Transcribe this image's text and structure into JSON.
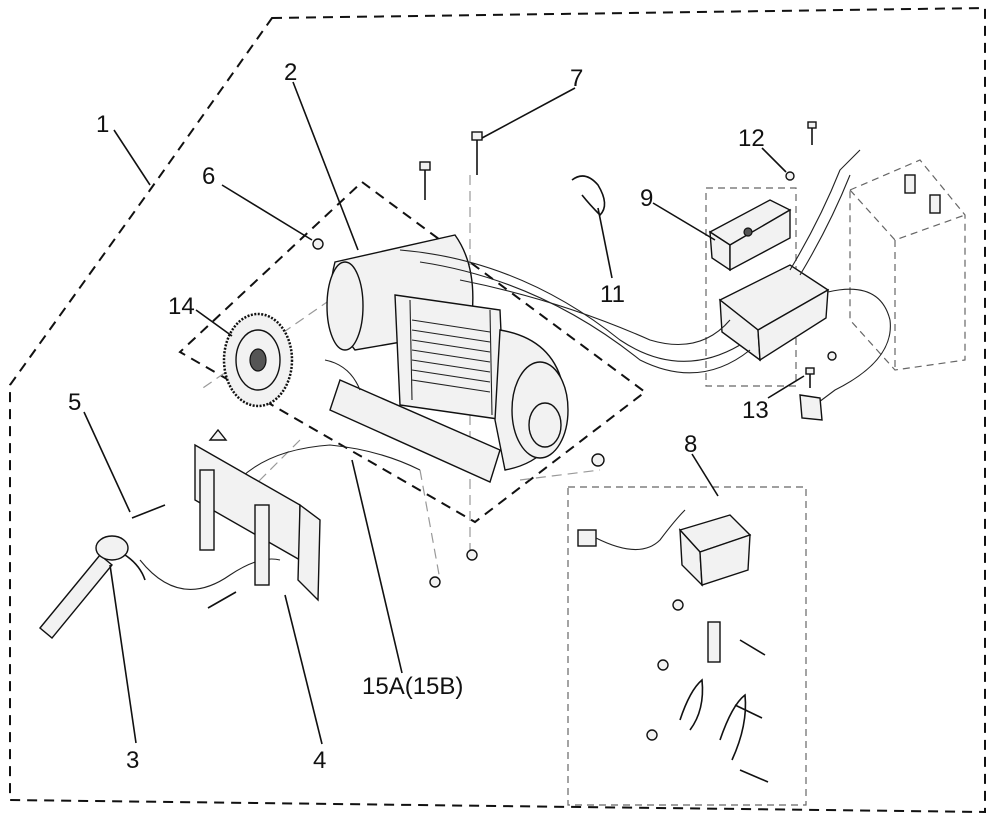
{
  "callouts": {
    "c1": "1",
    "c2": "2",
    "c3": "3",
    "c4": "4",
    "c5": "5",
    "c6": "6",
    "c7": "7",
    "c8": "8",
    "c9": "9",
    "c11": "11",
    "c12": "12",
    "c13": "13",
    "c14": "14",
    "c15": "15A(15B)"
  }
}
